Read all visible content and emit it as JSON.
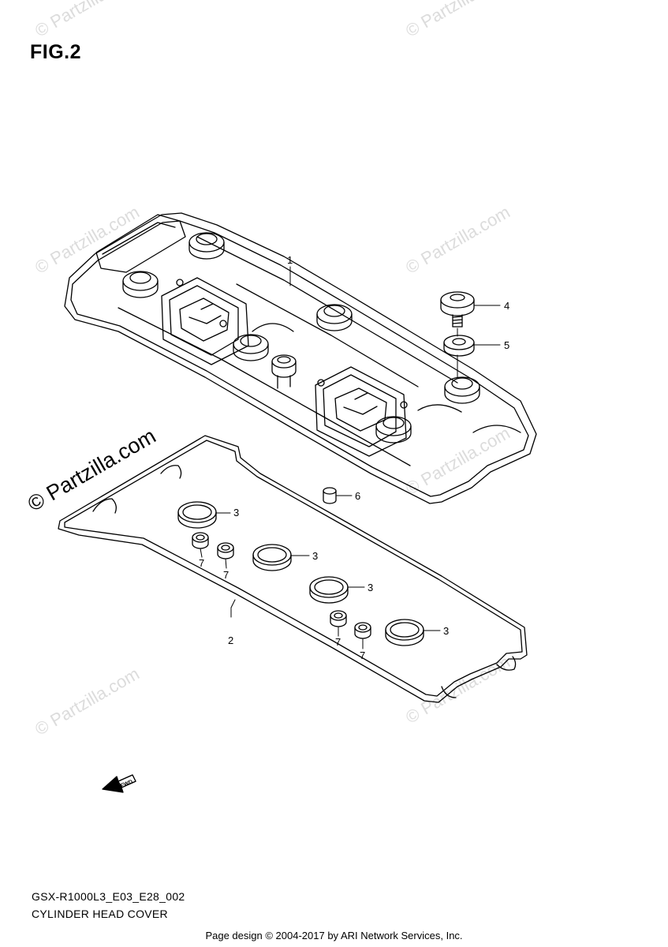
{
  "figure": {
    "title": "FIG.2"
  },
  "watermarks": {
    "main": "© Partzilla.com",
    "faint": "© Partzilla.com"
  },
  "callouts": {
    "p1": "1",
    "p2": "2",
    "p3a": "3",
    "p3b": "3",
    "p3c": "3",
    "p3d": "3",
    "p4": "4",
    "p5": "5",
    "p6": "6",
    "p7a": "7",
    "p7b": "7",
    "p7c": "7",
    "p7d": "7"
  },
  "fwd": {
    "label": "FWD"
  },
  "caption": {
    "model_code": "GSX-R1000L3_E03_E28_002",
    "drawing_name": "CYLINDER HEAD COVER"
  },
  "footer": {
    "text": "Page design © 2004-2017 by ARI Network Services, Inc."
  }
}
